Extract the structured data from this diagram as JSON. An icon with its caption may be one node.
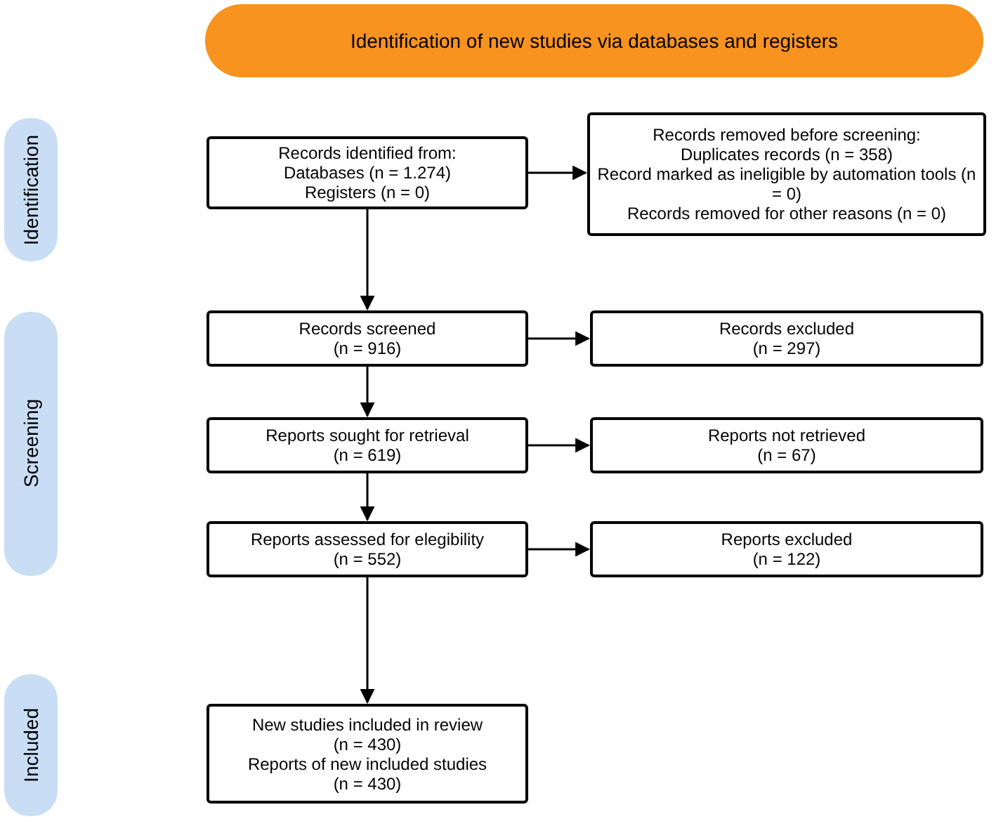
{
  "diagram": {
    "nodes": [
      {
        "text": [
          "Identification of new studies via databases and registers"
        ]
      },
      {
        "text": [
          "Identification"
        ]
      },
      {
        "text": [
          "Screening"
        ]
      },
      {
        "text": [
          "Included"
        ]
      },
      {
        "text": [
          "Records identified from:",
          "Databases (n = 1.274)",
          "Registers (n = 0)"
        ]
      },
      {
        "text": [
          "Records removed before screening:",
          "Duplicates records (n = 358)",
          "Record marked as ineligible by automation tools (n = 0)",
          "Records removed for other reasons (n = 0)"
        ]
      },
      {
        "text": [
          "Records screened",
          "(n = 916)"
        ]
      },
      {
        "text": [
          "Records excluded",
          "(n = 297)"
        ]
      },
      {
        "text": [
          "Reports sought for retrieval",
          "(n = 619)"
        ]
      },
      {
        "text": [
          "Reports not retrieved",
          "(n = 67)"
        ]
      },
      {
        "text": [
          "Reports assessed for elegibility",
          "(n = 552)"
        ]
      },
      {
        "text": [
          "Reports excluded",
          "(n = 122)"
        ]
      },
      {
        "text": [
          "New studies included in review",
          "(n = 430)",
          "Reports of new included studies",
          "(n = 430)"
        ]
      }
    ],
    "edges": [
      {
        "from": 4,
        "to": 5,
        "arrow": "to"
      },
      {
        "from": 4,
        "to": 6,
        "arrow": "to"
      },
      {
        "from": 6,
        "to": 7,
        "arrow": "to"
      },
      {
        "from": 6,
        "to": 8,
        "arrow": "to"
      },
      {
        "from": 8,
        "to": 9,
        "arrow": "to"
      },
      {
        "from": 8,
        "to": 10,
        "arrow": "to"
      },
      {
        "from": 10,
        "to": 11,
        "arrow": "to"
      },
      {
        "from": 10,
        "to": 12,
        "arrow": "to"
      }
    ]
  }
}
